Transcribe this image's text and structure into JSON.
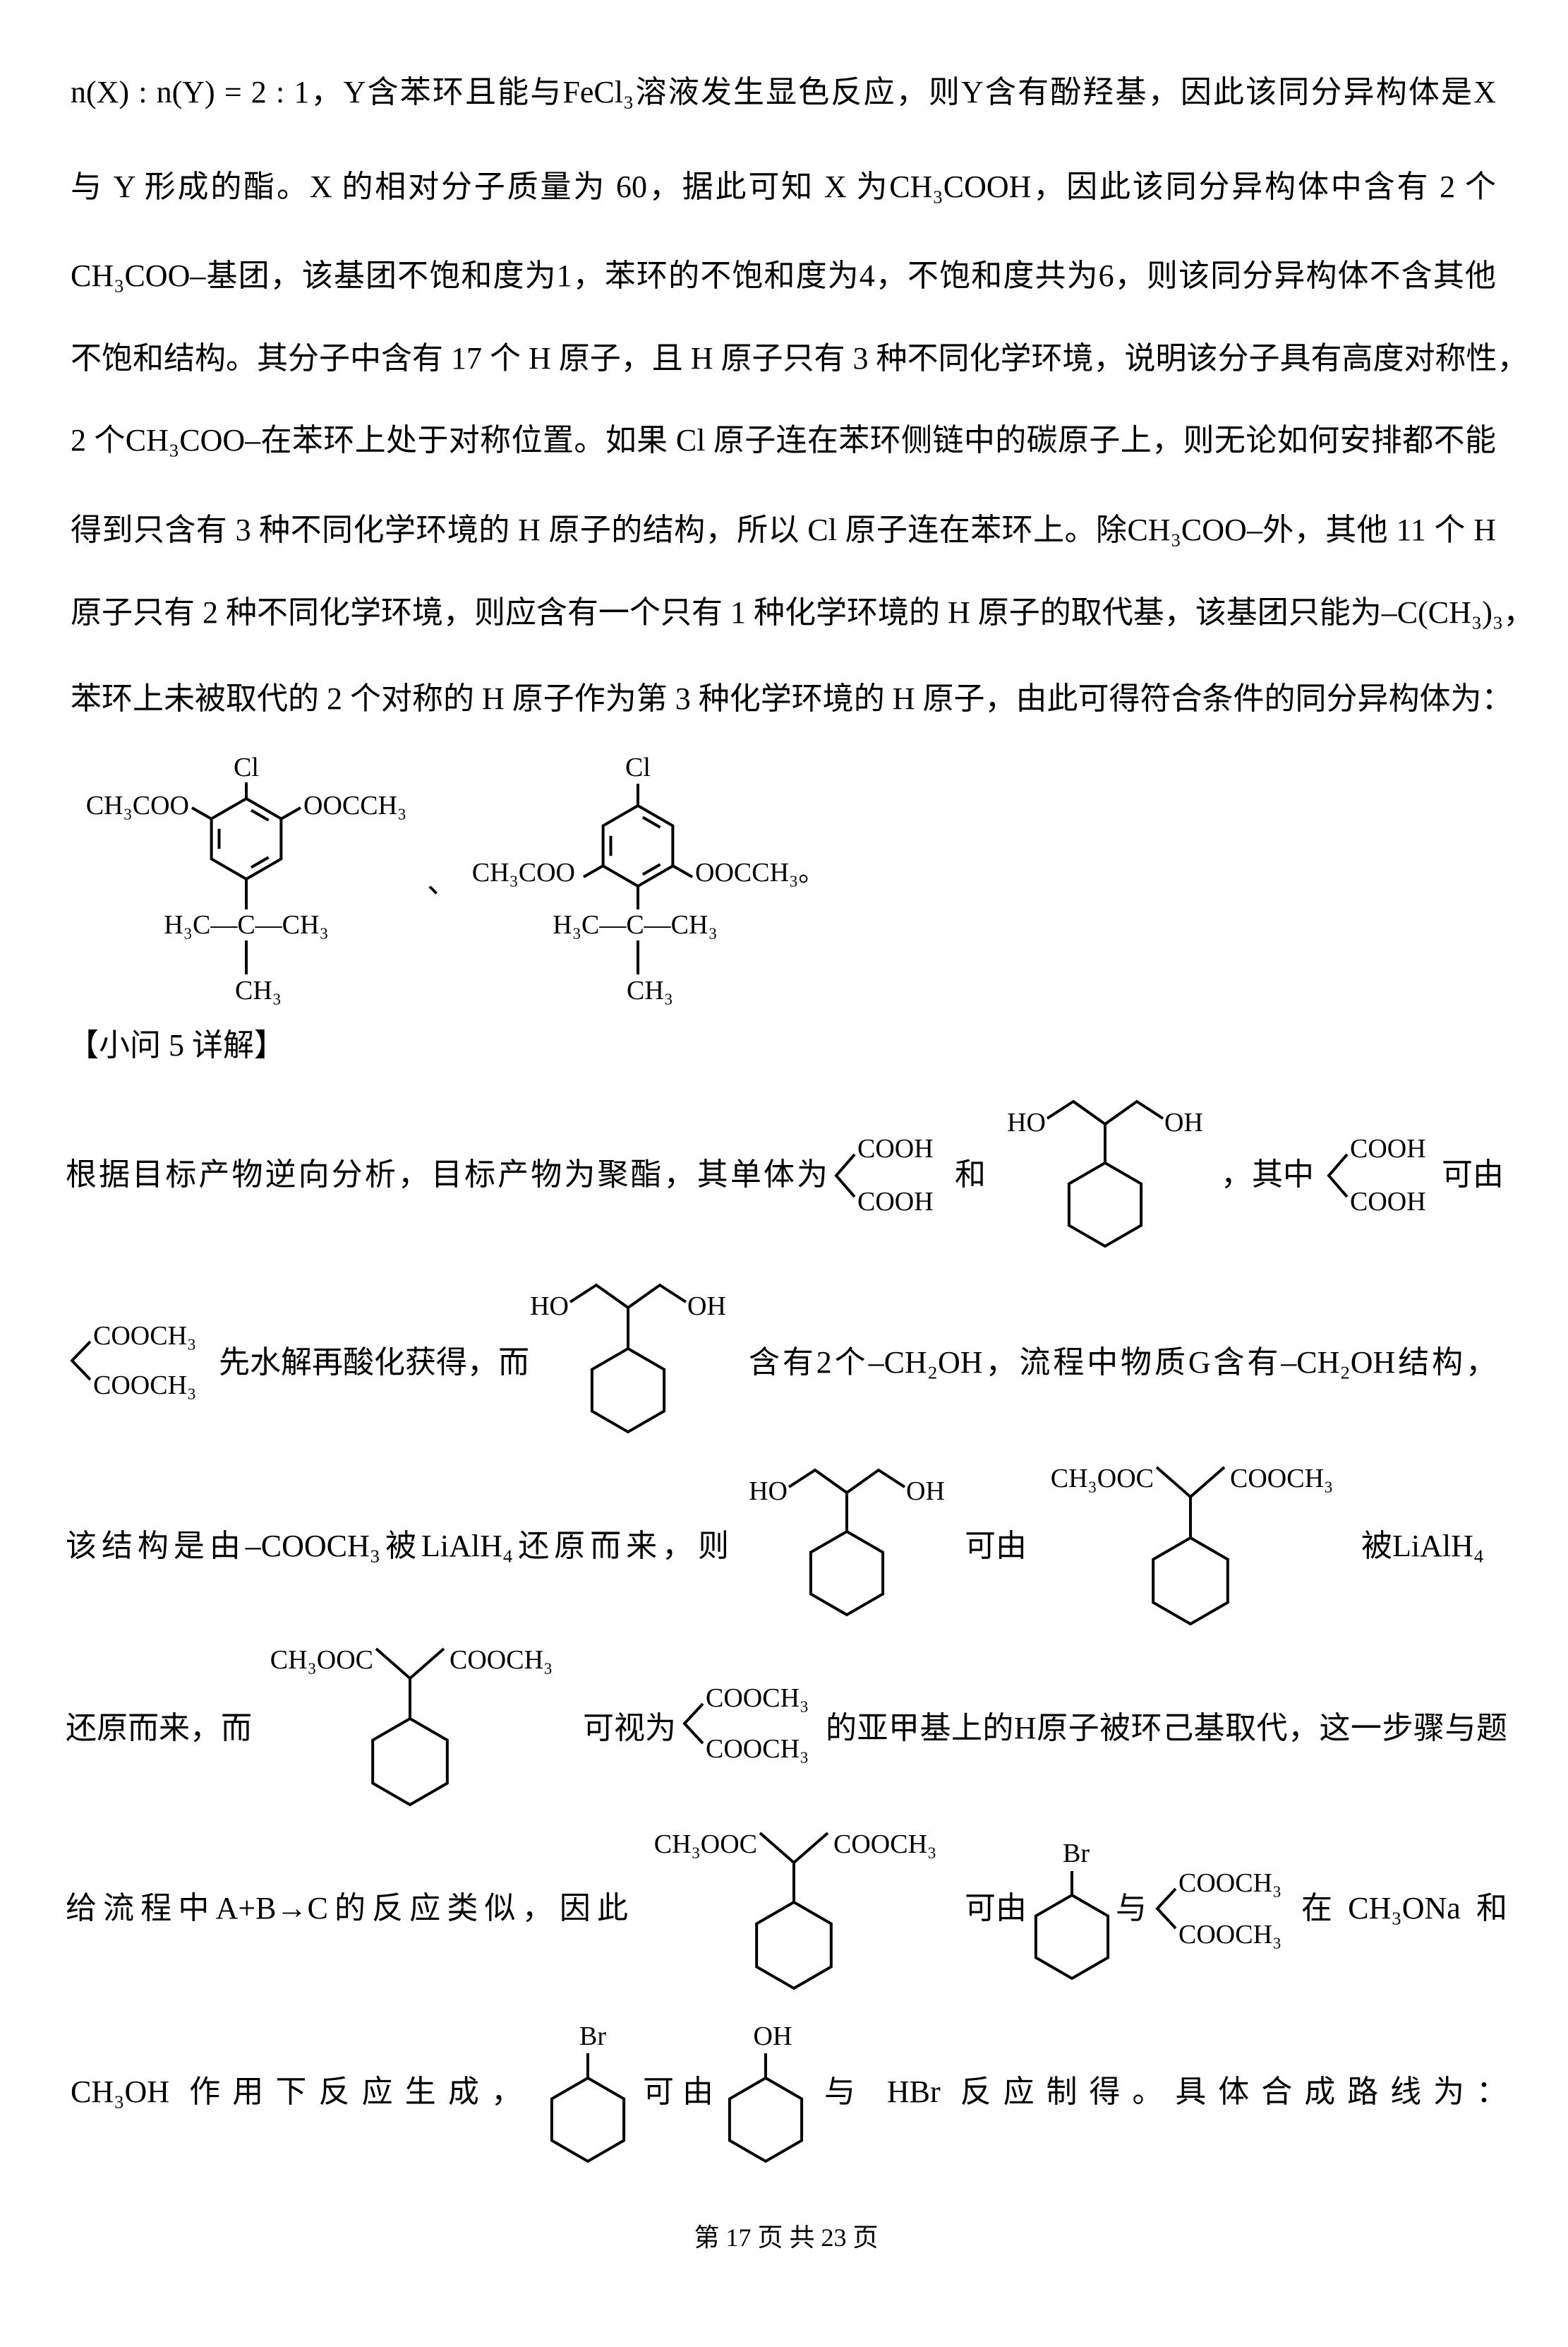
{
  "paragraph": {
    "lines": [
      "n(X) : n(Y) = 2 : 1，Y含苯环且能与FeCl₃溶液发生显色反应，则Y含有酚羟基，因此该同分异构体是X",
      "与 Y 形成的酯。X 的相对分子质量为 60，据此可知 X 为CH₃COOH，因此该同分异构体中含有 2 个",
      "CH₃COO–基团，该基团不饱和度为1，苯环的不饱和度为4，不饱和度共为6，则该同分异构体不含其他",
      "不饱和结构。其分子中含有 17 个 H 原子，且 H 原子只有 3 种不同化学环境，说明该分子具有高度对称性，",
      "2 个CH₃COO–在苯环上处于对称位置。如果 Cl 原子连在苯环侧链中的碳原子上，则无论如何安排都不能",
      "得到只含有 3 种不同化学环境的 H 原子的结构，所以 Cl 原子连在苯环上。除CH₃COO–外，其他 11 个 H",
      "原子只有 2 种不同化学环境，则应含有一个只有 1 种化学环境的 H 原子的取代基，该基团只能为–C(CH₃)₃，",
      "苯环上未被取代的 2 个对称的 H 原子作为第 3 种化学环境的 H 原子，由此可得符合条件的同分异构体为："
    ]
  },
  "isomers": {
    "cl": "Cl",
    "acetoxy_left": "CH₃COO",
    "acetoxy_right": "OOCCH₃",
    "acetoxy_right_end": "OOCCH₃。",
    "tbutyl": "H₃C—C—CH₃",
    "methyl": "CH₃",
    "separator": "、"
  },
  "section5": {
    "heading": "【小问 5 详解】",
    "line1": {
      "a": "根据目标产物逆向分析，目标产物为聚酯，其单体为",
      "b": "和",
      "c": "，其中",
      "d": "可由"
    },
    "line2": {
      "a": "先水解再酸化获得，而",
      "b": "含有2个–CH₂OH，流程中物质G含有–CH₂OH结构，"
    },
    "line3": {
      "a": "该结构是由–COOCH₃被LiAlH₄还原而来，则",
      "b": "可由",
      "c": "被LiAlH₄"
    },
    "line4": {
      "a": "还原而来，而",
      "b": "可视为",
      "c": "的亚甲基上的H原子被环己基取代，这一步骤与题"
    },
    "line5": {
      "a": "给流程中A+B→C的反应类似，因此",
      "b": "可由",
      "c": "与",
      "d": "在CH₃ONa和"
    },
    "line6": {
      "a": "CH₃OH 作用下反应生成，",
      "b": "可由",
      "c": "与 HBr 反应制得。具体合成路线为："
    }
  },
  "labels": {
    "cooh": "COOH",
    "coome": "COOCH₃",
    "ho": "HO",
    "oh": "OH",
    "meooc": "CH₃OOC",
    "br": "Br"
  },
  "footer": "第 17 页 共 23 页"
}
